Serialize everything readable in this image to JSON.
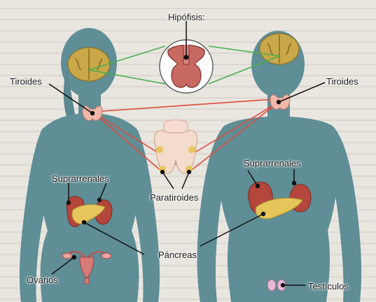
{
  "labels": {
    "hipofisis": "Hipófisis:",
    "tiroides_left": "Tiroides",
    "tiroides_right": "Tiroides",
    "suprarrenales_left": "Suprarrenales",
    "suprarrenales_right": "Suprarrenales",
    "paratiroides": "Paratiroides",
    "pancreas": "Páncreas",
    "ovarios": "Ovarios",
    "testiculos": "Testículos"
  },
  "colors": {
    "background_page": "#e9e6e0",
    "body_silhouette": "#5f8e96",
    "brain": "#c9a84a",
    "gland_red": "#b5463b",
    "gland_yellow": "#e6c65a",
    "thyroid_pink": "#f0b8aa",
    "line_green": "#4caf50",
    "line_red": "#e04a3a",
    "line_black": "#111111"
  }
}
